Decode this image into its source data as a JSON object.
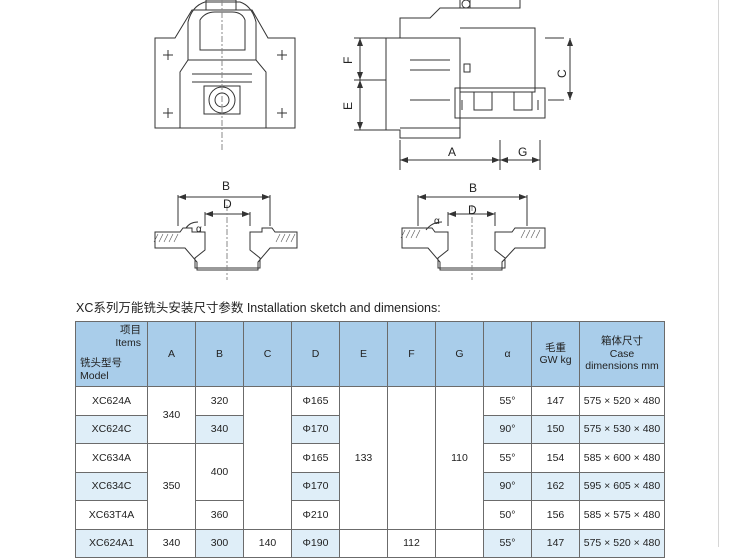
{
  "sketch_labels": {
    "dim_f": "F",
    "dim_e": "E",
    "dim_c": "C",
    "dim_a": "A",
    "dim_g": "G",
    "dim_b_left": "B",
    "dim_d_left": "D",
    "alpha_left": "α",
    "dim_b_right": "B",
    "dim_d_right": "D",
    "alpha_right": "α"
  },
  "section_title": "XC系列万能铣头安装尺寸参数 Installation sketch and dimensions:",
  "table": {
    "corner": {
      "items_zh": "项目",
      "items_en": "Items",
      "model_zh": "铣头型号",
      "model_en": "Model"
    },
    "headers": {
      "a": "A",
      "b": "B",
      "c": "C",
      "d": "D",
      "e": "E",
      "f": "F",
      "g": "G",
      "alpha": "α",
      "gw_zh": "毛重",
      "gw_en": "GW kg",
      "case_zh": "箱体尺寸",
      "case_en1": "Case",
      "case_en2": "dimensions mm"
    },
    "rows": [
      {
        "model": "XC624A",
        "a": "340",
        "b": "320",
        "d": "Φ165",
        "alpha": "55°",
        "gw": "147",
        "case": "575 × 520 × 480"
      },
      {
        "model": "XC624C",
        "b": "340",
        "d": "Φ170",
        "alpha": "90°",
        "gw": "150",
        "case": "575 × 530 × 480"
      },
      {
        "model": "XC634A",
        "a": "350",
        "b": "400",
        "d": "Φ165",
        "e": "133",
        "g": "110",
        "alpha": "55°",
        "gw": "154",
        "case": "585 × 600 × 480"
      },
      {
        "model": "XC634C",
        "d": "Φ170",
        "alpha": "90°",
        "gw": "162",
        "case": "595 × 605 × 480"
      },
      {
        "model": "XC63T4A",
        "b": "360",
        "d": "Φ210",
        "alpha": "50°",
        "gw": "156",
        "case": "585 × 575 × 480"
      },
      {
        "model": "XC624A1",
        "a": "340",
        "b": "300",
        "c": "140",
        "d": "Φ190",
        "f": "112",
        "alpha": "55°",
        "gw": "147",
        "case": "575 × 520 × 480"
      }
    ]
  }
}
